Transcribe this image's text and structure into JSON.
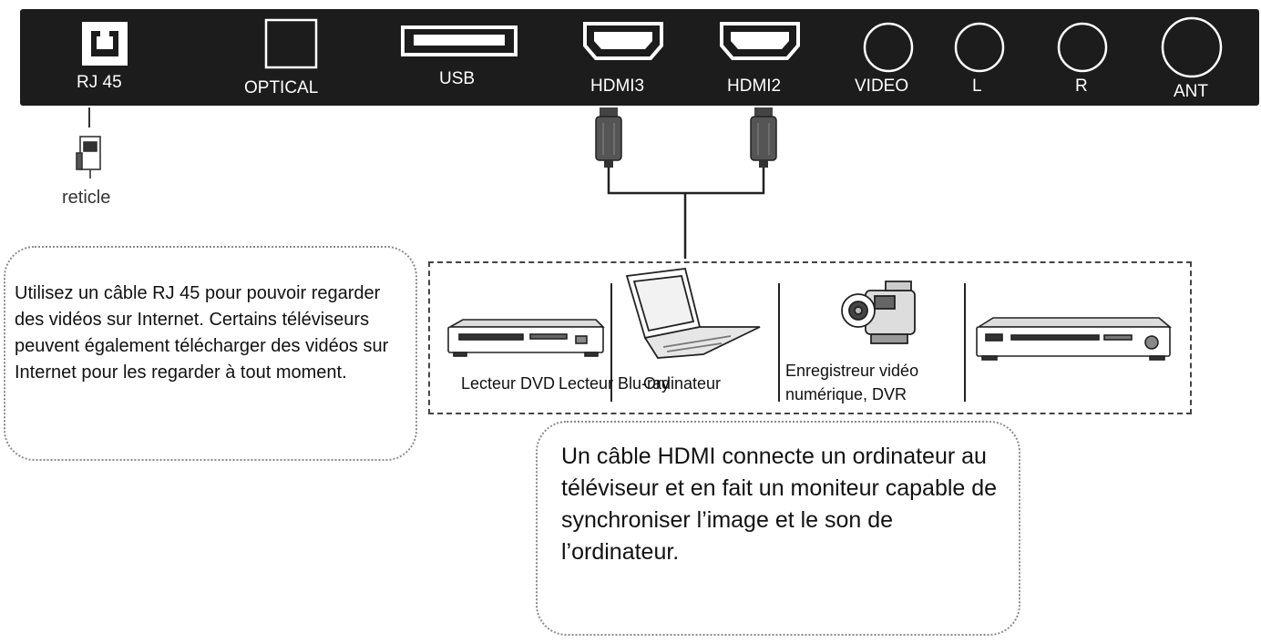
{
  "ports": {
    "rj45": "RJ 45",
    "optical": "OPTICAL",
    "usb": "USB",
    "hdmi3": "HDMI3",
    "hdmi2": "HDMI2",
    "video": "VIDEO",
    "l": "L",
    "r": "R",
    "ant": "ANT"
  },
  "reticle_label": "reticle",
  "rj45_note": "Utilisez un câble RJ 45 pour pouvoir regarder des vidéos sur Internet. Certains téléviseurs peuvent également télécharger des vidéos sur Internet pour les regarder à tout moment.",
  "hdmi_note": "Un câble HDMI connecte un ordinateur au téléviseur et en fait un moniteur capable de synchroniser l’image et le son de l’ordinateur.",
  "devices": {
    "dvd": "Lecteur DVD",
    "overlap_a": "Lecteur Blu-ray",
    "overlap_b": "Ordinateur",
    "dvr_line1": "Enregistreur vidéo",
    "dvr_line2": "numérique, DVR"
  },
  "colors": {
    "panel": "#1c1c1c",
    "port_stroke": "#ffffff",
    "bubble_border": "#8a8a8a"
  }
}
